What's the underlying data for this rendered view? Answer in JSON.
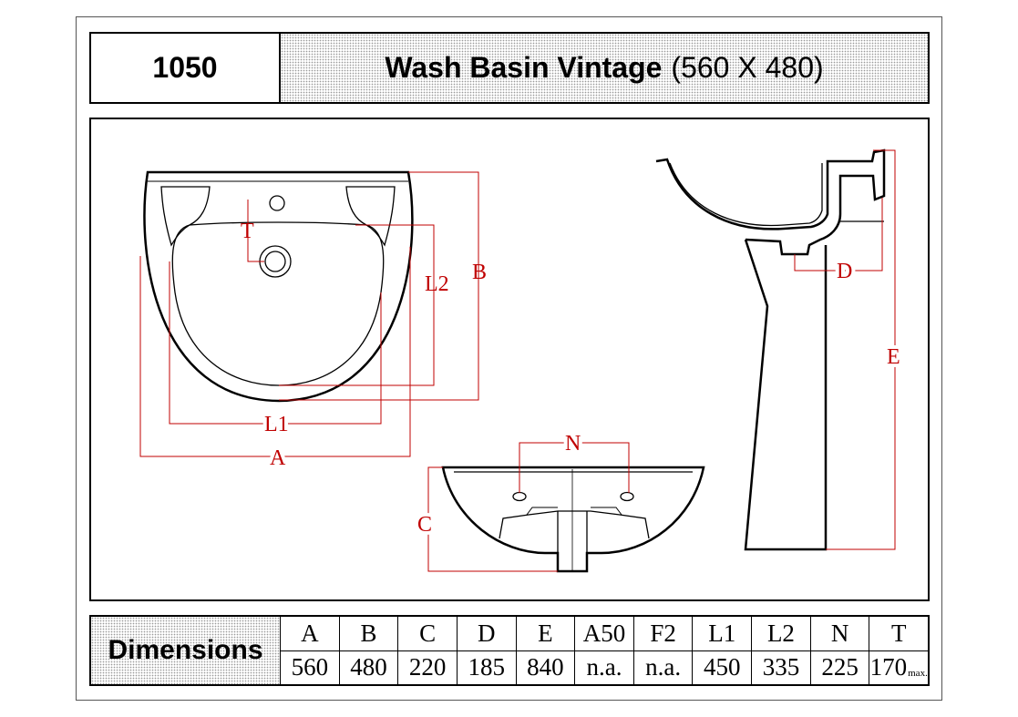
{
  "header": {
    "code": "1050",
    "product_name": "Wash Basin Vintage",
    "size": "(560 X 480)"
  },
  "drawing": {
    "labels": {
      "t": "T",
      "l2": "L2",
      "b": "B",
      "l1": "L1",
      "a": "A",
      "n": "N",
      "c": "C",
      "d": "D",
      "e": "E"
    },
    "line_color": "#000000",
    "dimension_color": "#c00000"
  },
  "dimensions": {
    "label": "Dimensions",
    "columns": [
      {
        "key": "A",
        "value": "560",
        "unit": ""
      },
      {
        "key": "B",
        "value": "480",
        "unit": ""
      },
      {
        "key": "C",
        "value": "220",
        "unit": ""
      },
      {
        "key": "D",
        "value": "185",
        "unit": ""
      },
      {
        "key": "E",
        "value": "840",
        "unit": ""
      },
      {
        "key": "A50",
        "value": "n.a.",
        "unit": ""
      },
      {
        "key": "F2",
        "value": "n.a.",
        "unit": ""
      },
      {
        "key": "L1",
        "value": "450",
        "unit": ""
      },
      {
        "key": "L2",
        "value": "335",
        "unit": ""
      },
      {
        "key": "N",
        "value": "225",
        "unit": ""
      },
      {
        "key": "T",
        "value": "170",
        "unit": "max."
      }
    ]
  }
}
